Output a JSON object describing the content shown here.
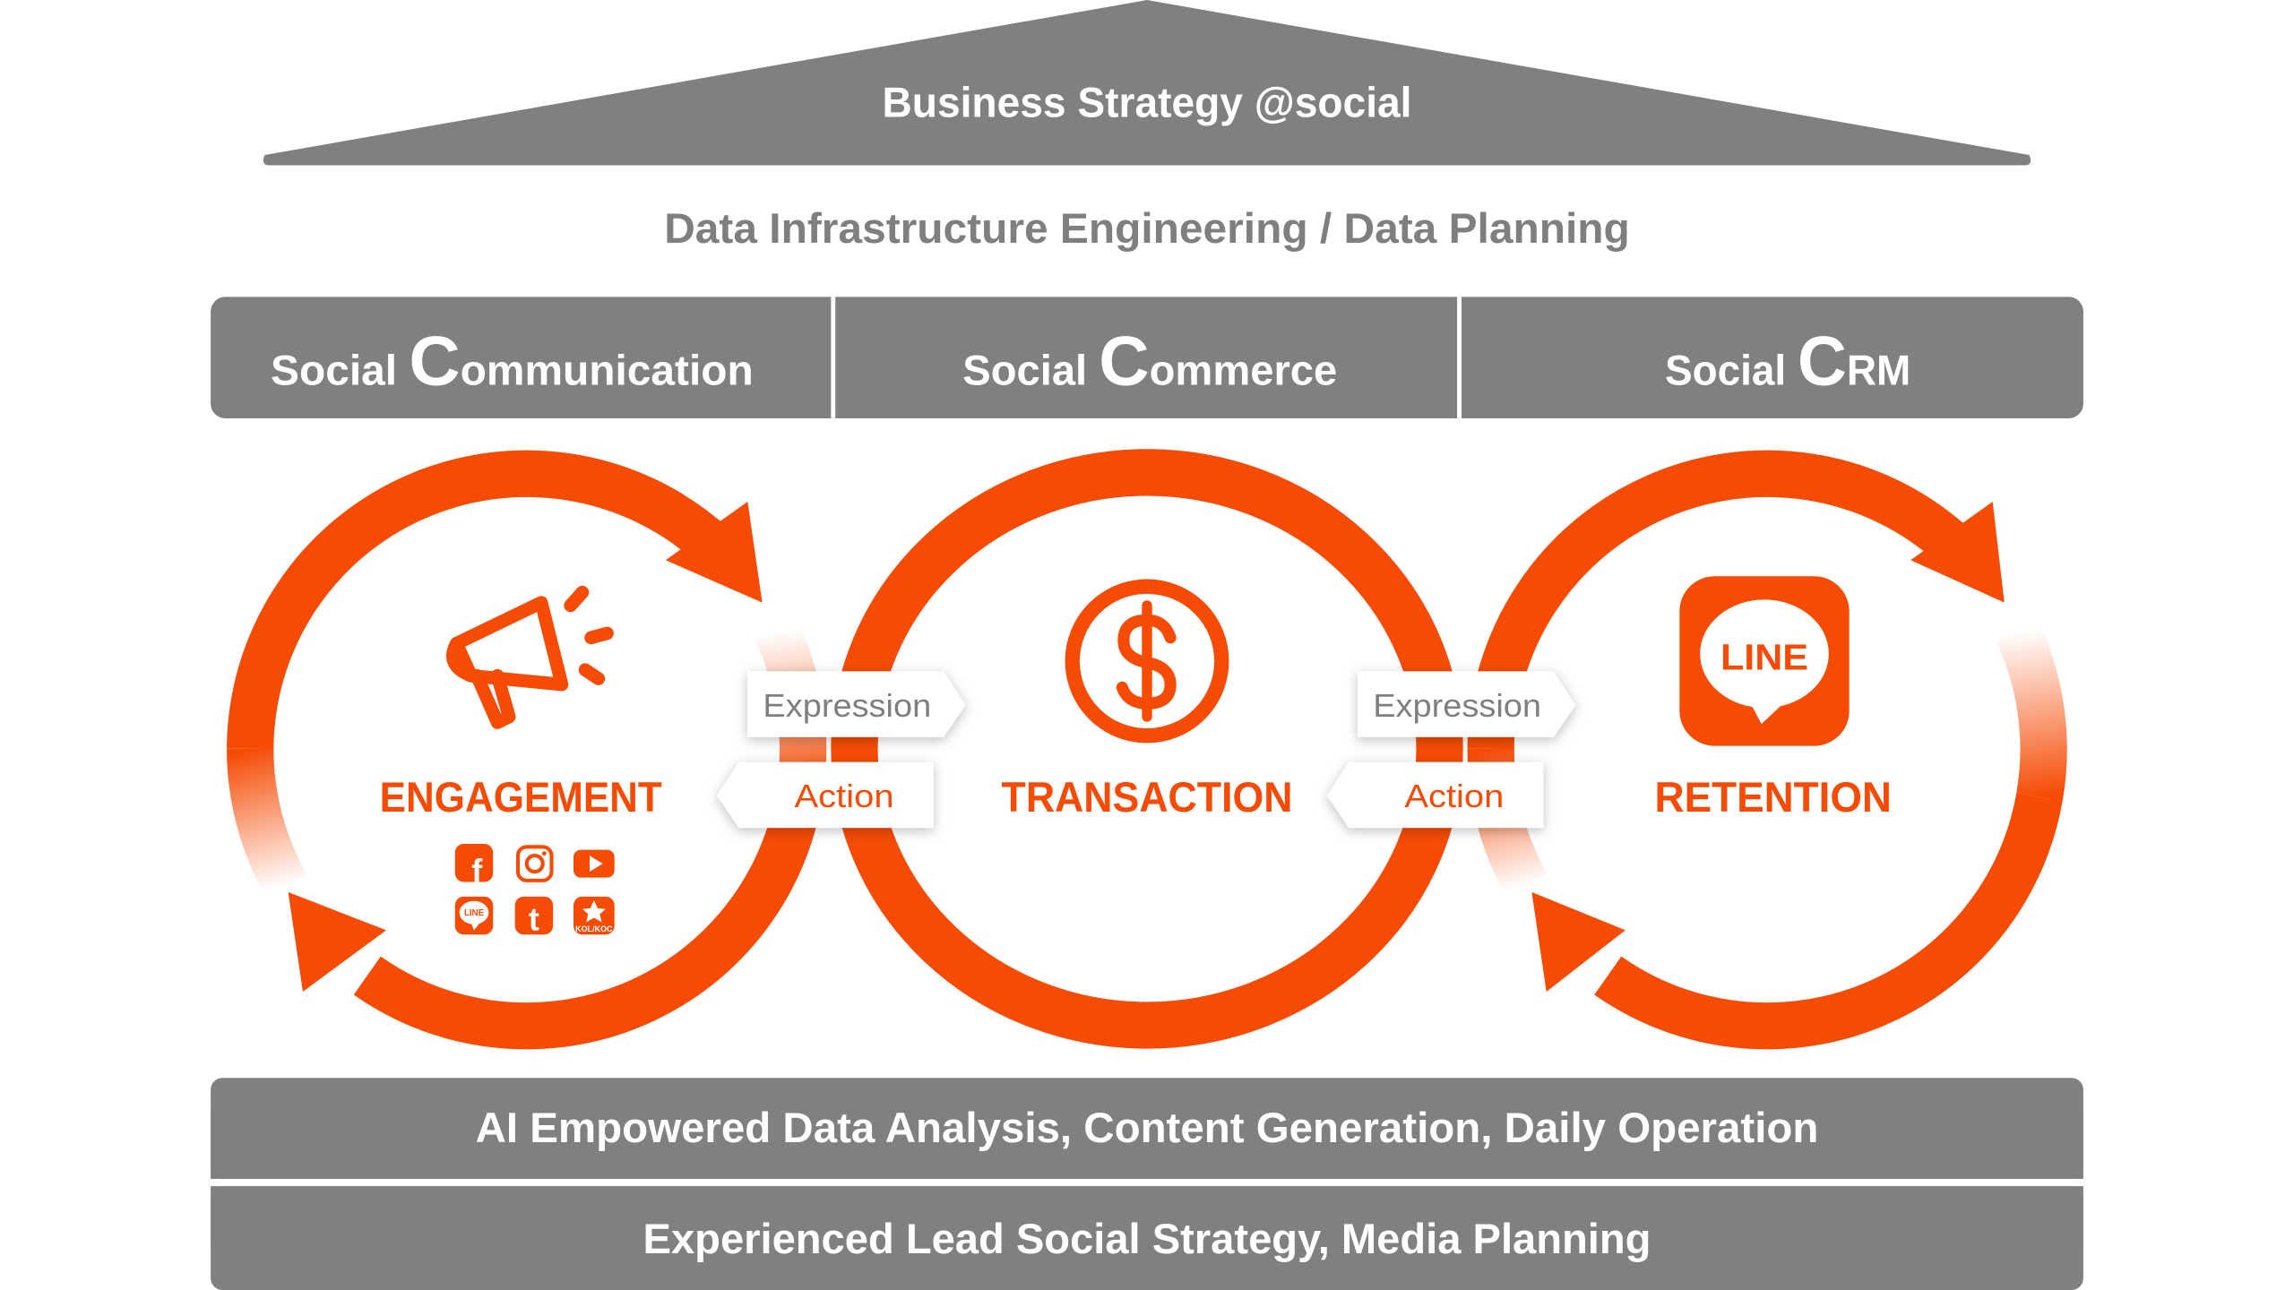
{
  "colors": {
    "gray": "#808080",
    "orange": "#f54b05",
    "white": "#ffffff"
  },
  "roof": {
    "title": "Business Strategy @social"
  },
  "subtitle": "Data Infrastructure Engineering / Data Planning",
  "pillars": [
    {
      "prefix": "Social ",
      "initial": "C",
      "rest": "ommunication"
    },
    {
      "prefix": "Social ",
      "initial": "C",
      "rest": "ommerce"
    },
    {
      "prefix": "Social ",
      "initial": "C",
      "rest": "RM"
    }
  ],
  "stages": [
    {
      "label": "ENGAGEMENT",
      "icon": "megaphone-icon"
    },
    {
      "label": "TRANSACTION",
      "icon": "dollar-circle-icon"
    },
    {
      "label": "RETENTION",
      "icon": "line-app-icon",
      "icon_text": "LINE"
    }
  ],
  "connectors": [
    {
      "expression": "Expression",
      "action": "Action"
    },
    {
      "expression": "Expression",
      "action": "Action"
    }
  ],
  "social_icons": [
    {
      "name": "facebook-icon",
      "text": "f"
    },
    {
      "name": "instagram-icon"
    },
    {
      "name": "youtube-icon"
    },
    {
      "name": "line-icon",
      "text": "LINE"
    },
    {
      "name": "tumblr-icon",
      "text": "t"
    },
    {
      "name": "kol-koc-icon",
      "text": "KOL/KOC"
    }
  ],
  "foundation": [
    "AI Empowered Data Analysis, Content Generation, Daily Operation",
    "Experienced Lead Social Strategy, Media Planning"
  ]
}
